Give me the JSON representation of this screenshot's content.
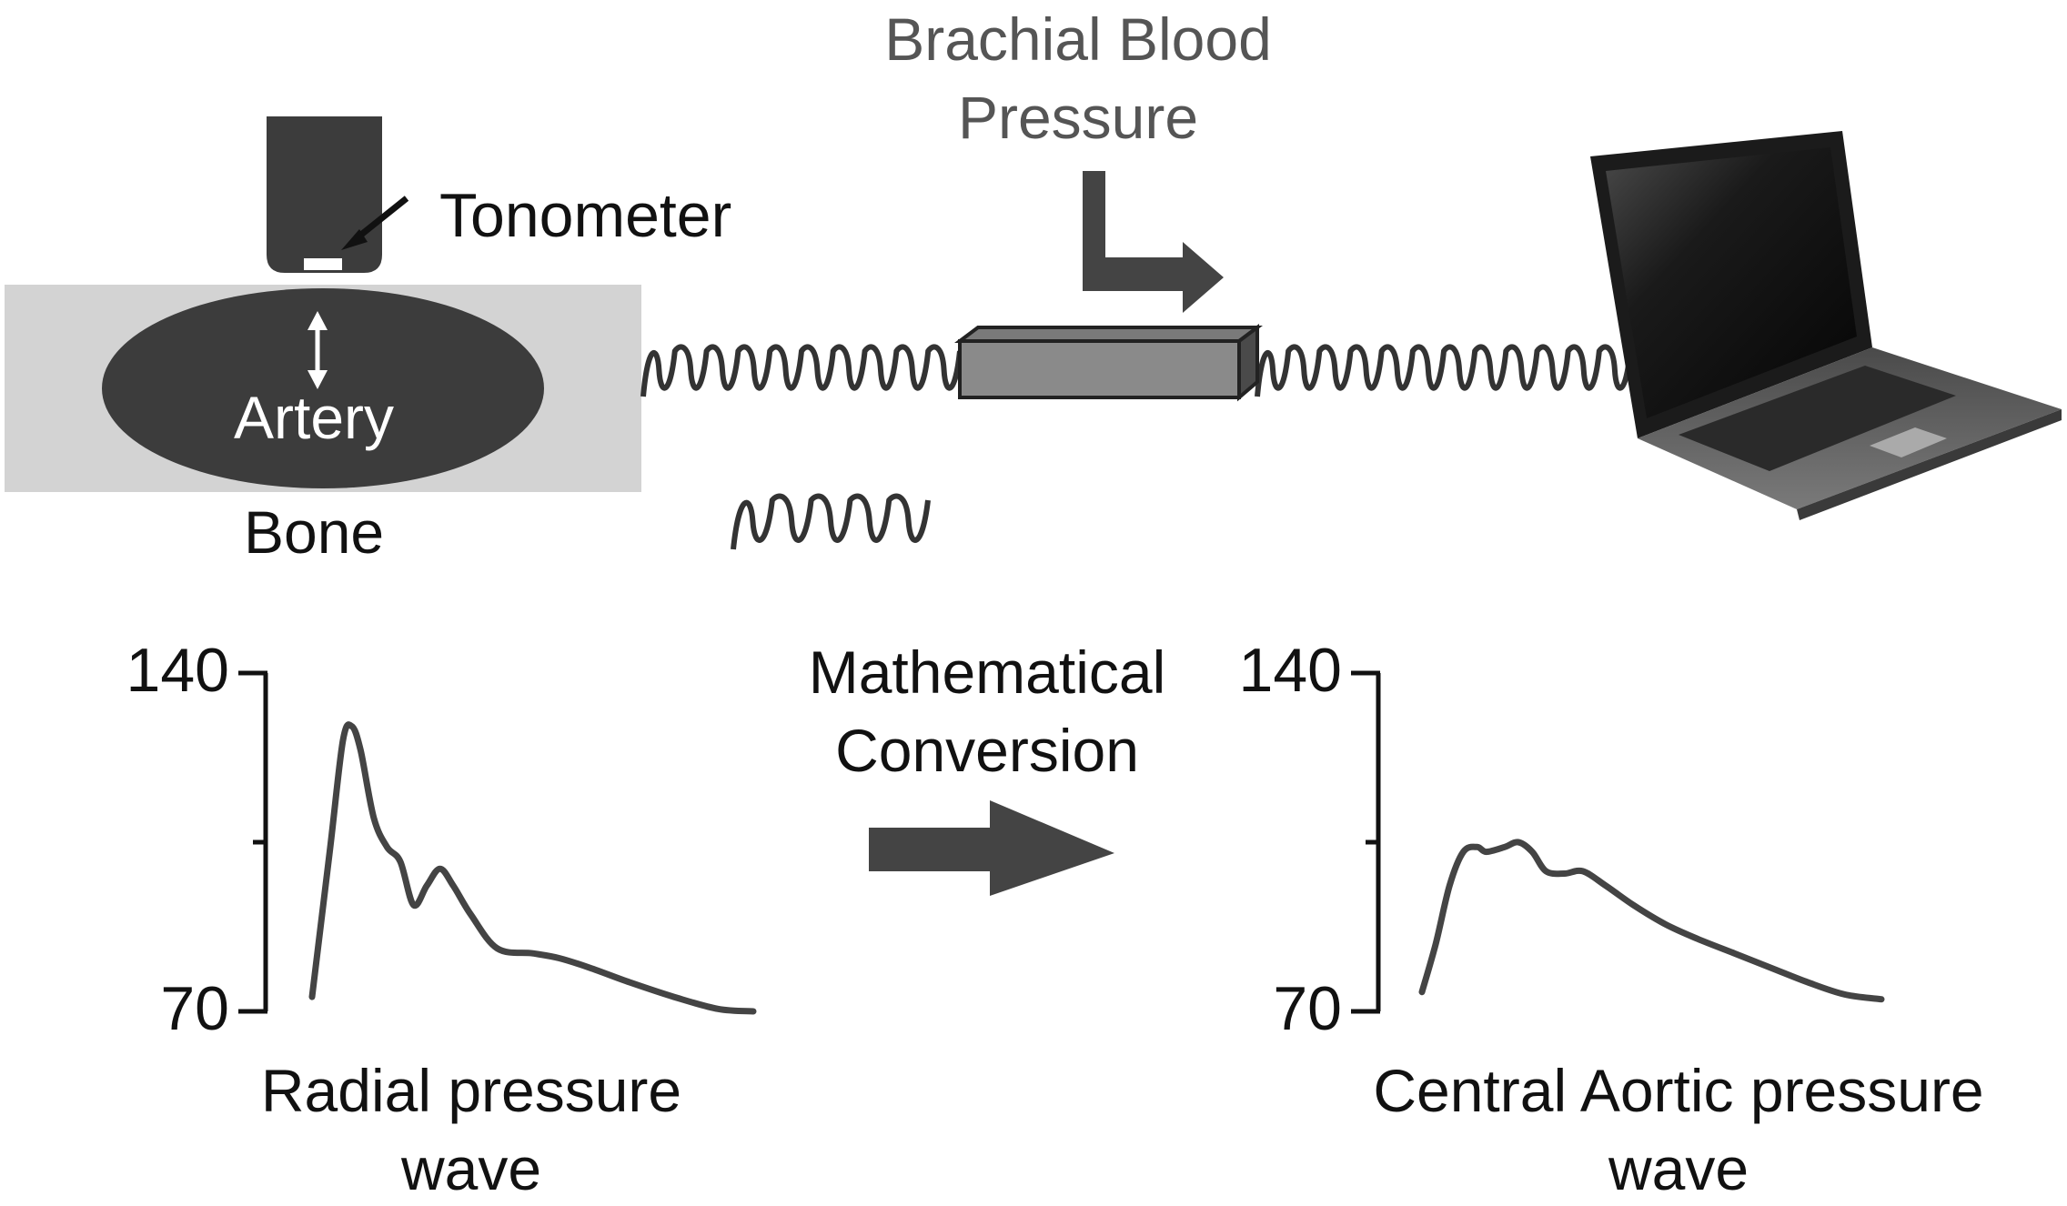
{
  "labels": {
    "tonometer": "Tonometer",
    "artery": "Artery",
    "bone": "Bone",
    "brachial_line1": "Brachial Blood",
    "brachial_line2": "Pressure",
    "conversion_line1": "Mathematical",
    "conversion_line2": "Conversion"
  },
  "charts": [
    {
      "id": "radial",
      "caption_line1": "Radial pressure",
      "caption_line2": "wave",
      "y_ticks": [
        "140",
        "70"
      ],
      "ylim": [
        70,
        140
      ],
      "x": [
        0,
        0.04,
        0.07,
        0.09,
        0.11,
        0.14,
        0.17,
        0.2,
        0.23,
        0.26,
        0.29,
        0.32,
        0.36,
        0.42,
        0.5,
        0.56,
        0.63,
        0.72,
        0.82,
        0.92,
        1.0
      ],
      "y": [
        73,
        103,
        126,
        129,
        124,
        110,
        104,
        101,
        92,
        96,
        99.5,
        96,
        90,
        83,
        82,
        81,
        79,
        76,
        73,
        70.5,
        70
      ]
    },
    {
      "id": "central",
      "caption_line1": "Central Aortic pressure",
      "caption_line2": "wave",
      "y_ticks": [
        "140",
        "70"
      ],
      "ylim": [
        70,
        140
      ],
      "x": [
        0,
        0.03,
        0.06,
        0.09,
        0.12,
        0.14,
        0.18,
        0.21,
        0.24,
        0.27,
        0.31,
        0.35,
        0.4,
        0.46,
        0.53,
        0.6,
        0.68,
        0.76,
        0.84,
        0.92,
        1.0
      ],
      "y": [
        74,
        84,
        96,
        103,
        104,
        103,
        104,
        105,
        103,
        99,
        98.5,
        99,
        96,
        92,
        88,
        85,
        82,
        79,
        76,
        73.5,
        72.5
      ]
    }
  ]
}
